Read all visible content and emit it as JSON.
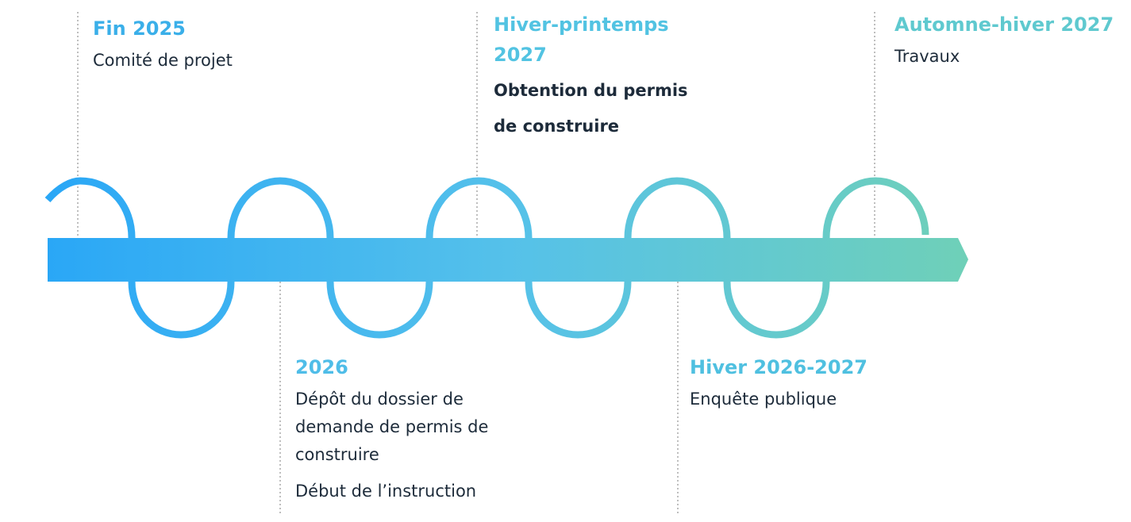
{
  "milestones": [
    {
      "date": "Fin 2025",
      "lines": [
        "Comité de projet"
      ]
    },
    {
      "date": "2026",
      "lines": [
        "Dépôt du dossier de demande de permis de construire",
        "Début de l’instruction"
      ]
    },
    {
      "date": "Hiver-printemps 2027",
      "lines": [
        "Obtention du permis de construire"
      ]
    },
    {
      "date": "Hiver 2026-2027",
      "lines": [
        "Enquête publique"
      ]
    },
    {
      "date": "Automne-hiver 2027",
      "lines": [
        "Travaux"
      ]
    }
  ],
  "colors": {
    "gradient_start": "#2aa7f6",
    "gradient_mid": "#55c1ea",
    "gradient_end": "#6fd0b8",
    "leader_line": "#a8a8a8",
    "text_dark": "#1d2b3a"
  }
}
